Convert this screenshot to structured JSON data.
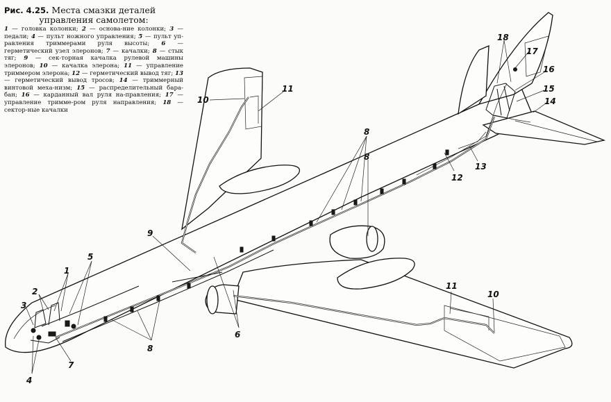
{
  "figure": {
    "fig_label": "Рис. 4.25.",
    "title_line1": "Места смазки деталей",
    "title_line2": "управления самолетом:"
  },
  "legend": [
    {
      "num": "1",
      "text": "головка колонки;"
    },
    {
      "num": "2",
      "text": "основа-ние колонки;"
    },
    {
      "num": "3",
      "text": "педали;"
    },
    {
      "num": "4",
      "text": "пульт ножного управления;"
    },
    {
      "num": "5",
      "text": "пульт уп-равления триммерами руля высоты;"
    },
    {
      "num": "6",
      "text": "герметический узел элеронов;"
    },
    {
      "num": "7",
      "text": "качалки;"
    },
    {
      "num": "8",
      "text": "стык тяг;"
    },
    {
      "num": "9",
      "text": "сек-торная качалка рулевой машины элеронов;"
    },
    {
      "num": "10",
      "text": "качалка элерона;"
    },
    {
      "num": "11",
      "text": "управление триммером элерона;"
    },
    {
      "num": "12",
      "text": "герметический вывод тяг;"
    },
    {
      "num": "13",
      "text": "герметический вывод тросов;"
    },
    {
      "num": "14",
      "text": "триммерный винтовой меха-низм;"
    },
    {
      "num": "15",
      "text": "распределительный бара-бан;"
    },
    {
      "num": "16",
      "text": "карданный вал руля на-правления;"
    },
    {
      "num": "17",
      "text": "управление тримме-ром руля направления;"
    },
    {
      "num": "18",
      "text": "сектор-ные качалки"
    }
  ],
  "callouts": {
    "c1": "1",
    "c2": "2",
    "c3": "3",
    "c4": "4",
    "c5": "5",
    "c6": "6",
    "c7": "7",
    "c8_top": "8",
    "c8_mid": "8",
    "c8_bottom": "8",
    "c9": "9",
    "c10_left": "10",
    "c10_right": "10",
    "c11_left": "11",
    "c11_right": "11",
    "c12": "12",
    "c13": "13",
    "c14": "14",
    "c15": "15",
    "c16": "16",
    "c17": "17",
    "c18": "18"
  }
}
